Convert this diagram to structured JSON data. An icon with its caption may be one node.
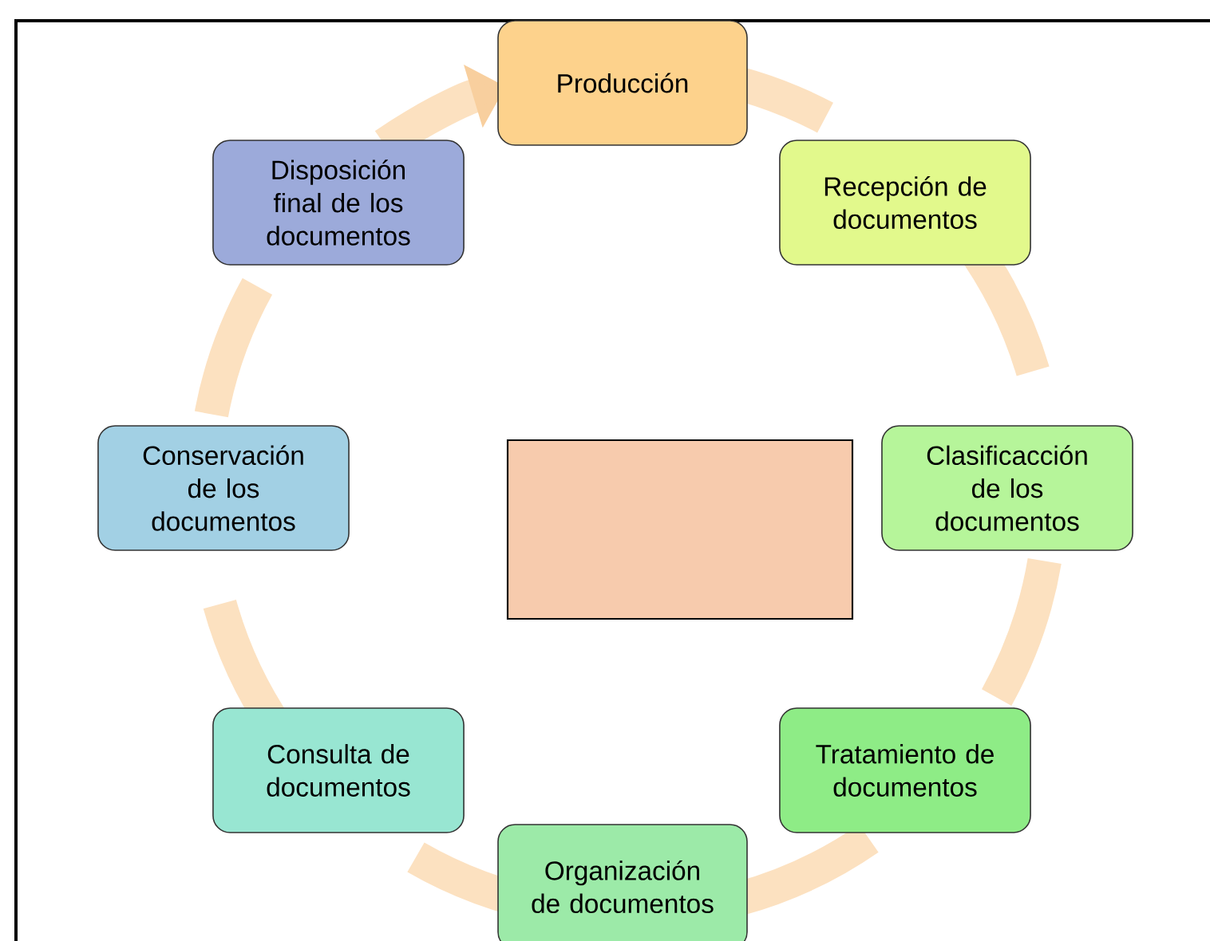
{
  "diagram": {
    "nodes": [
      {
        "text": [
          "Producción"
        ]
      },
      {
        "text": [
          "Recepción de documentos"
        ]
      },
      {
        "text": [
          "Clasificacción de los documentos"
        ]
      },
      {
        "text": [
          "Tratamiento de documentos"
        ]
      },
      {
        "text": [
          "Organización de documentos"
        ]
      },
      {
        "text": [
          "Consulta de documentos"
        ]
      },
      {
        "text": [
          "Conservación de los documentos"
        ]
      },
      {
        "text": [
          "Disposición final de los documentos"
        ]
      },
      {
        "text": [],
        "shape": "box"
      }
    ],
    "edges": [
      {
        "from": 0,
        "to": 1,
        "arrow": "none"
      },
      {
        "from": 1,
        "to": 2,
        "arrow": "none"
      },
      {
        "from": 2,
        "to": 3,
        "arrow": "none"
      },
      {
        "from": 3,
        "to": 4,
        "arrow": "none"
      },
      {
        "from": 4,
        "to": 5,
        "arrow": "none"
      },
      {
        "from": 5,
        "to": 6,
        "arrow": "none"
      },
      {
        "from": 6,
        "to": 7,
        "arrow": "none"
      },
      {
        "from": 7,
        "to": 0,
        "arrow": "to"
      }
    ]
  }
}
